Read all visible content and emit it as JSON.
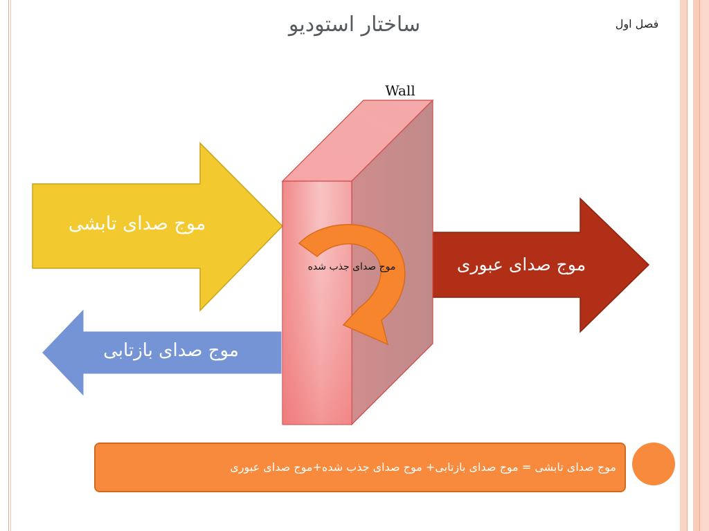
{
  "title": "ساختار استودیو",
  "chapter_label": "فصل اول",
  "diagram": {
    "wall_label": "Wall",
    "incident_wave": "موج صدای تابشی",
    "transmitted_wave": "موج صدای عبوری",
    "reflected_wave": "موج صدای بازتابی",
    "absorbed_wave": "موج صدای جذب شده"
  },
  "formula": "موج صدای تابشی = موج صدای بازتابی+ موج صدای جذب شده+موج صدای عبوری",
  "colors": {
    "incident": "#f2c92f",
    "transmitted": "#b22f17",
    "reflected": "#7594d5",
    "absorbed": "#f7852e",
    "wall": "#f49a9a",
    "formula_bg": "#f78a3d",
    "accent_circle": "#f78a3d"
  }
}
